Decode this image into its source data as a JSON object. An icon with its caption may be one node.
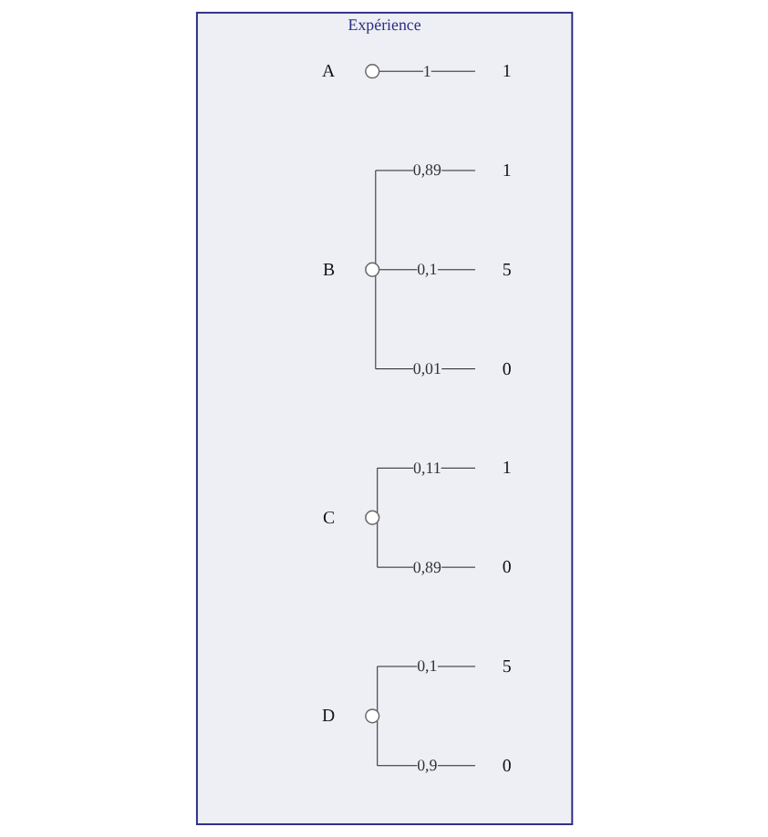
{
  "diagram": {
    "nodes": [
      {
        "text": [
          "Expérience"
        ]
      },
      {
        "text": [],
        "shape": "circle",
        "beside": [
          "A"
        ],
        "in": 0
      },
      {
        "text": [
          "1"
        ],
        "in": 0
      },
      {
        "text": [],
        "shape": "circle",
        "beside": [
          "B"
        ],
        "in": 0
      },
      {
        "text": [
          "1"
        ],
        "in": 0
      },
      {
        "text": [
          "5"
        ],
        "in": 0
      },
      {
        "text": [
          "0"
        ],
        "in": 0
      },
      {
        "text": [],
        "shape": "circle",
        "beside": [
          "C"
        ],
        "in": 0
      },
      {
        "text": [
          "1"
        ],
        "in": 0
      },
      {
        "text": [
          "0"
        ],
        "in": 0
      },
      {
        "text": [],
        "shape": "circle",
        "beside": [
          "D"
        ],
        "in": 0
      },
      {
        "text": [
          "5"
        ],
        "in": 0
      },
      {
        "text": [
          "0"
        ],
        "in": 0
      }
    ],
    "edges": [
      {
        "from": 1,
        "to": 2,
        "arrow": "none",
        "label": "1"
      },
      {
        "from": 3,
        "to": 4,
        "arrow": "none",
        "label": "0,89"
      },
      {
        "from": 3,
        "to": 5,
        "arrow": "none",
        "label": "0,1"
      },
      {
        "from": 3,
        "to": 6,
        "arrow": "none",
        "label": "0,01"
      },
      {
        "from": 7,
        "to": 8,
        "arrow": "none",
        "label": "0,11"
      },
      {
        "from": 7,
        "to": 9,
        "arrow": "none",
        "label": "0,89"
      },
      {
        "from": 10,
        "to": 11,
        "arrow": "none",
        "label": "0,1"
      },
      {
        "from": 10,
        "to": 12,
        "arrow": "none",
        "label": "0,9"
      }
    ]
  }
}
